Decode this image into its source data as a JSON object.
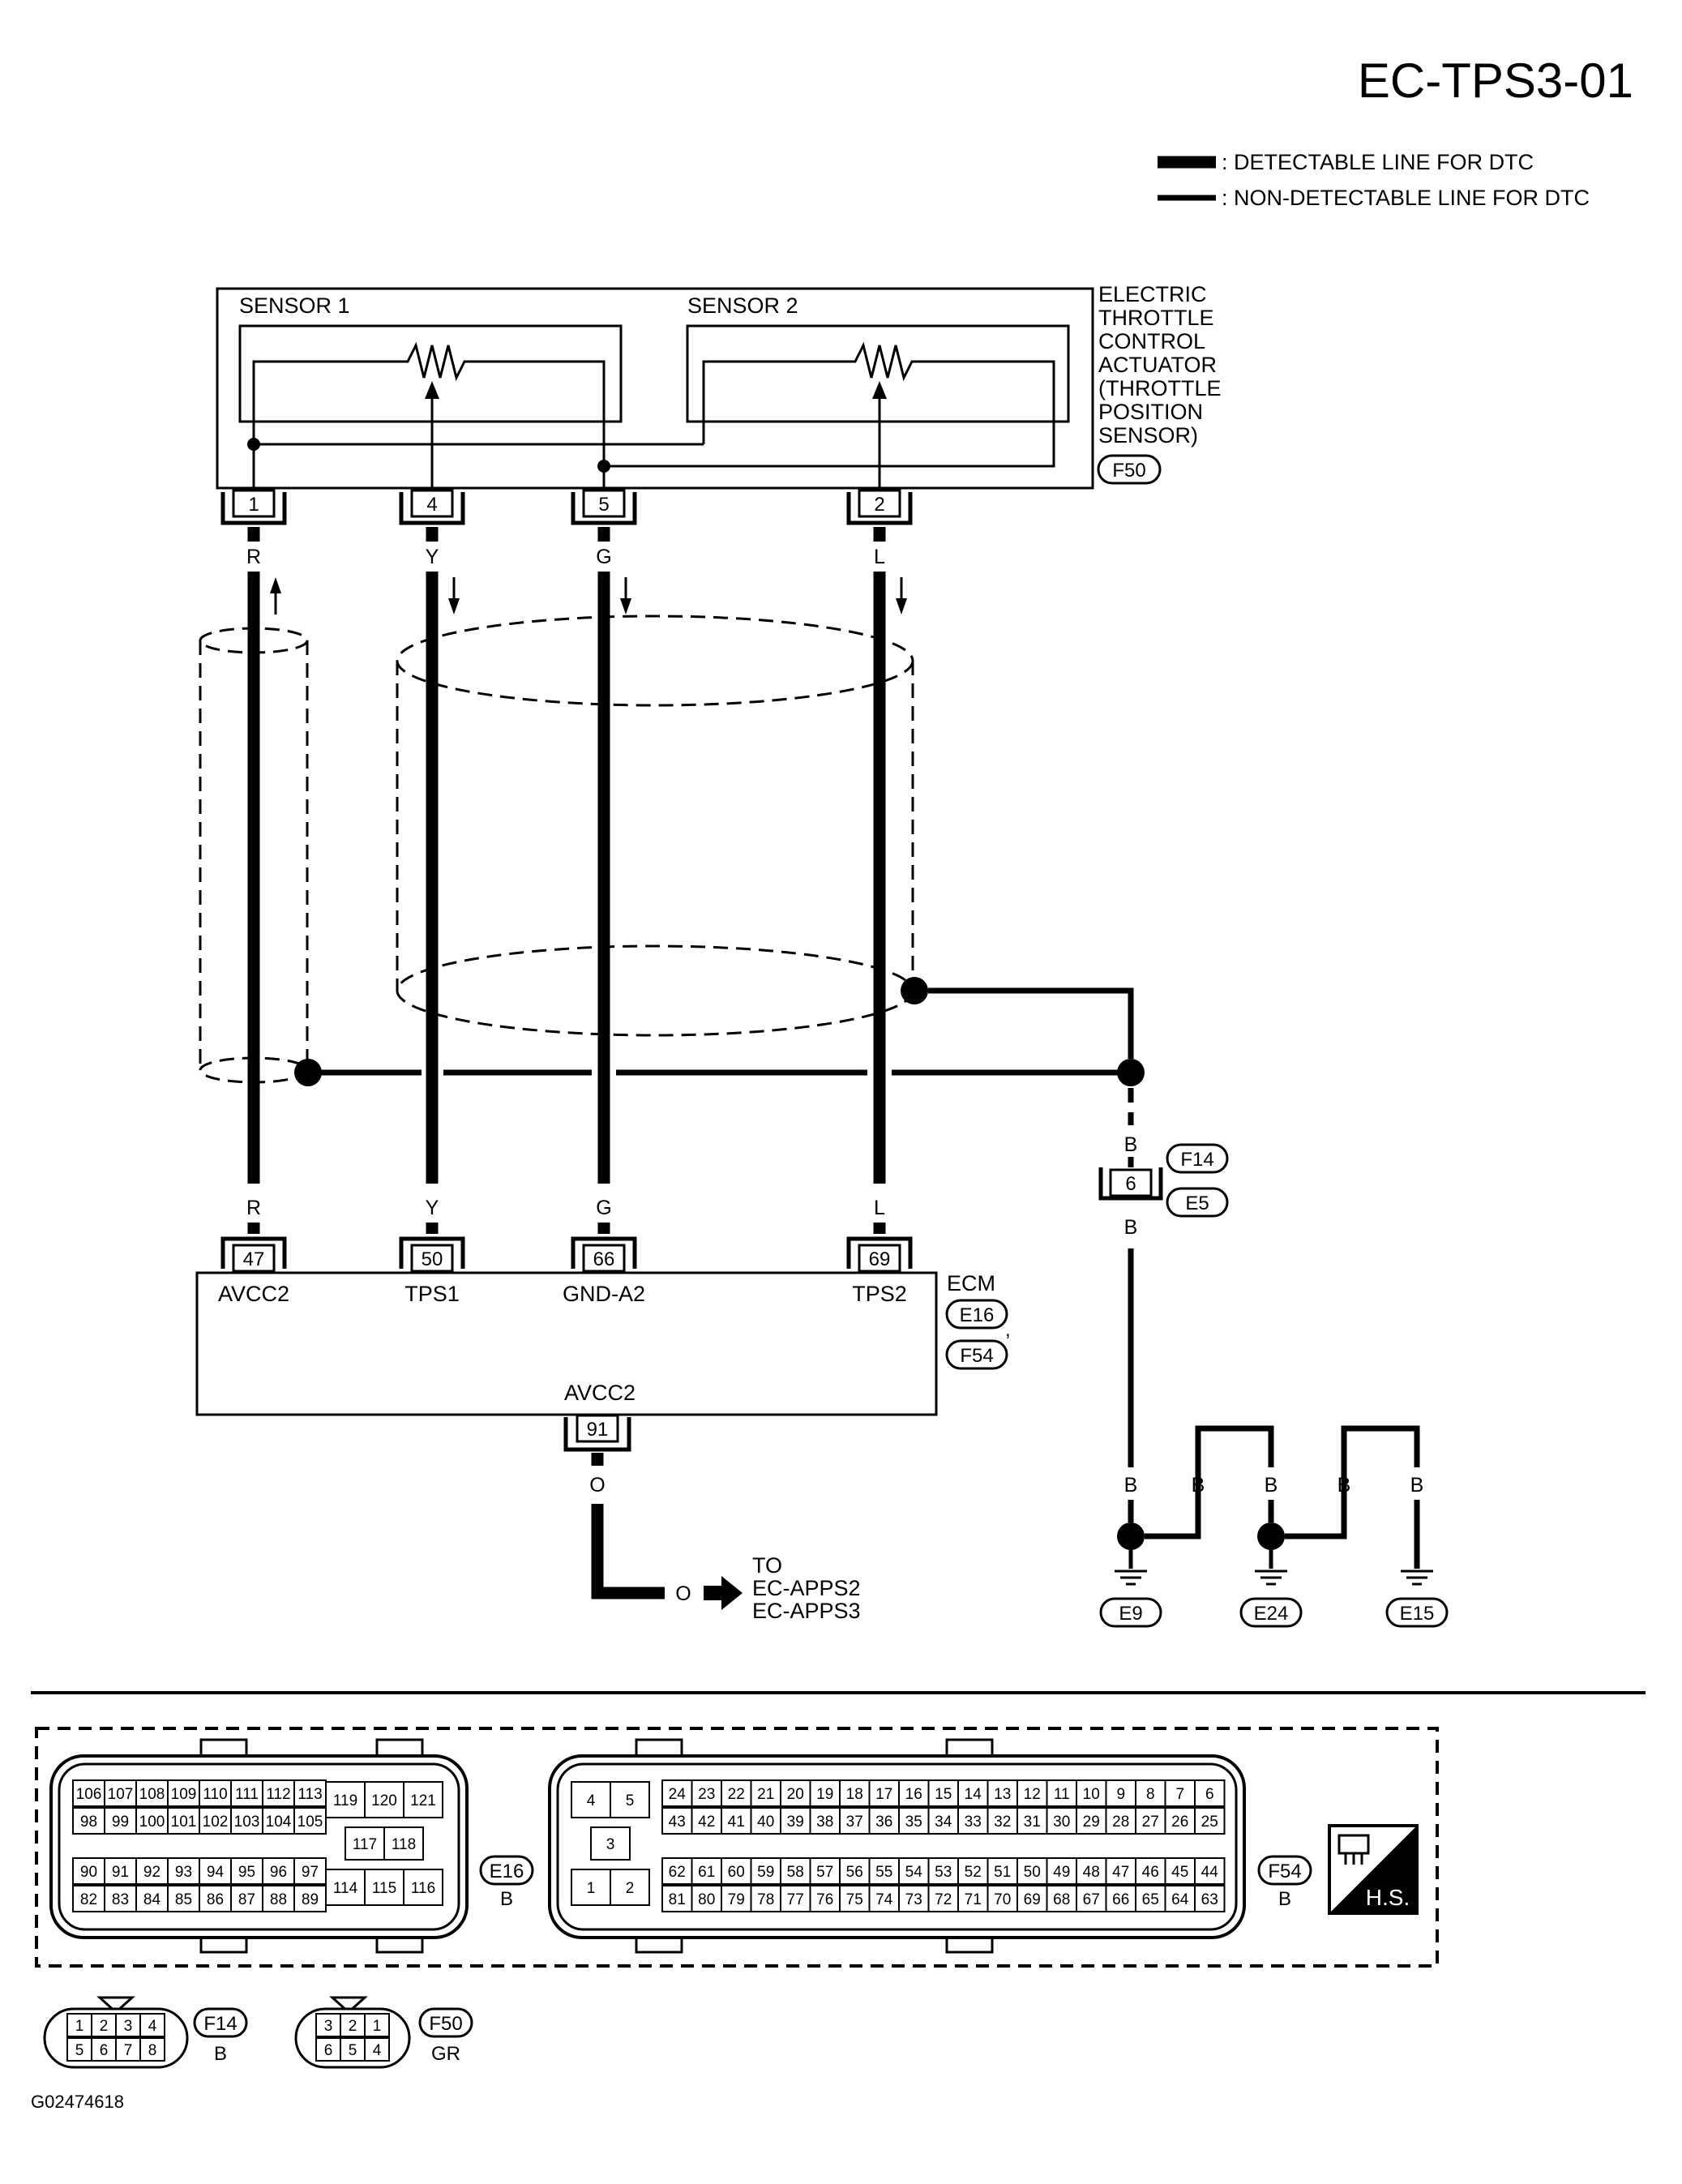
{
  "title": "EC-TPS3-01",
  "legend": {
    "detectable": ": DETECTABLE LINE FOR DTC",
    "non_detectable": ": NON-DETECTABLE LINE FOR DTC"
  },
  "actuator": {
    "sensor1": "SENSOR 1",
    "sensor2": "SENSOR 2",
    "label_lines": [
      "ELECTRIC",
      "THROTTLE",
      "CONTROL",
      "ACTUATOR",
      "(THROTTLE",
      "POSITION",
      "SENSOR)"
    ],
    "connector": "F50"
  },
  "wires": [
    {
      "top_pin": "1",
      "color": "R",
      "ecm_pin": "47",
      "ecm_label": "AVCC2",
      "arrow": "up"
    },
    {
      "top_pin": "4",
      "color": "Y",
      "ecm_pin": "50",
      "ecm_label": "TPS1",
      "arrow": "down"
    },
    {
      "top_pin": "5",
      "color": "G",
      "ecm_pin": "66",
      "ecm_label": "GND-A2",
      "arrow": "down"
    },
    {
      "top_pin": "2",
      "color": "L",
      "ecm_pin": "69",
      "ecm_label": "TPS2",
      "arrow": "down"
    }
  ],
  "ecm": {
    "label": "ECM",
    "connectors": [
      "E16",
      "F54"
    ],
    "separator": ",",
    "bottom_label": "AVCC2",
    "bottom_pin": "91",
    "bottom_wire_color": "O",
    "to_wire_color": "O",
    "to_lines": [
      "TO",
      "EC-APPS2",
      "EC-APPS3"
    ]
  },
  "ground_circuit": {
    "wire_color": "B",
    "joint_pin": "6",
    "joint_connectors": [
      "F14",
      "E5"
    ],
    "grounds": [
      "E9",
      "E24",
      "E15"
    ]
  },
  "connector_views": {
    "e16": {
      "code": "E16",
      "color": "B",
      "left_rows": [
        [
          "106",
          "107",
          "108",
          "109",
          "110",
          "111",
          "112",
          "113"
        ],
        [
          "98",
          "99",
          "100",
          "101",
          "102",
          "103",
          "104",
          "105"
        ],
        [
          "90",
          "91",
          "92",
          "93",
          "94",
          "95",
          "96",
          "97"
        ],
        [
          "82",
          "83",
          "84",
          "85",
          "86",
          "87",
          "88",
          "89"
        ]
      ],
      "top_block": [
        "119",
        "120",
        "121"
      ],
      "mid_block": [
        "117",
        "118"
      ],
      "bottom_block": [
        "114",
        "115",
        "116"
      ]
    },
    "f54": {
      "code": "F54",
      "color": "B",
      "small_block": [
        "4",
        "5",
        "3",
        "1",
        "2"
      ],
      "rows": [
        [
          "24",
          "23",
          "22",
          "21",
          "20",
          "19",
          "18",
          "17",
          "16",
          "15",
          "14",
          "13",
          "12",
          "11",
          "10",
          "9",
          "8",
          "7",
          "6"
        ],
        [
          "43",
          "42",
          "41",
          "40",
          "39",
          "38",
          "37",
          "36",
          "35",
          "34",
          "33",
          "32",
          "31",
          "30",
          "29",
          "28",
          "27",
          "26",
          "25"
        ],
        [
          "62",
          "61",
          "60",
          "59",
          "58",
          "57",
          "56",
          "55",
          "54",
          "53",
          "52",
          "51",
          "50",
          "49",
          "48",
          "47",
          "46",
          "45",
          "44"
        ],
        [
          "81",
          "80",
          "79",
          "78",
          "77",
          "76",
          "75",
          "74",
          "73",
          "72",
          "71",
          "70",
          "69",
          "68",
          "67",
          "66",
          "65",
          "64",
          "63"
        ]
      ]
    },
    "f14": {
      "code": "F14",
      "color": "B",
      "top": [
        "1",
        "2",
        "3",
        "4"
      ],
      "bottom": [
        "5",
        "6",
        "7",
        "8"
      ]
    },
    "f50": {
      "code": "F50",
      "color": "GR",
      "top": [
        "3",
        "2",
        "1"
      ],
      "bottom": [
        "6",
        "5",
        "4"
      ]
    },
    "hs": "H.S."
  },
  "figure_id": "G02474618"
}
